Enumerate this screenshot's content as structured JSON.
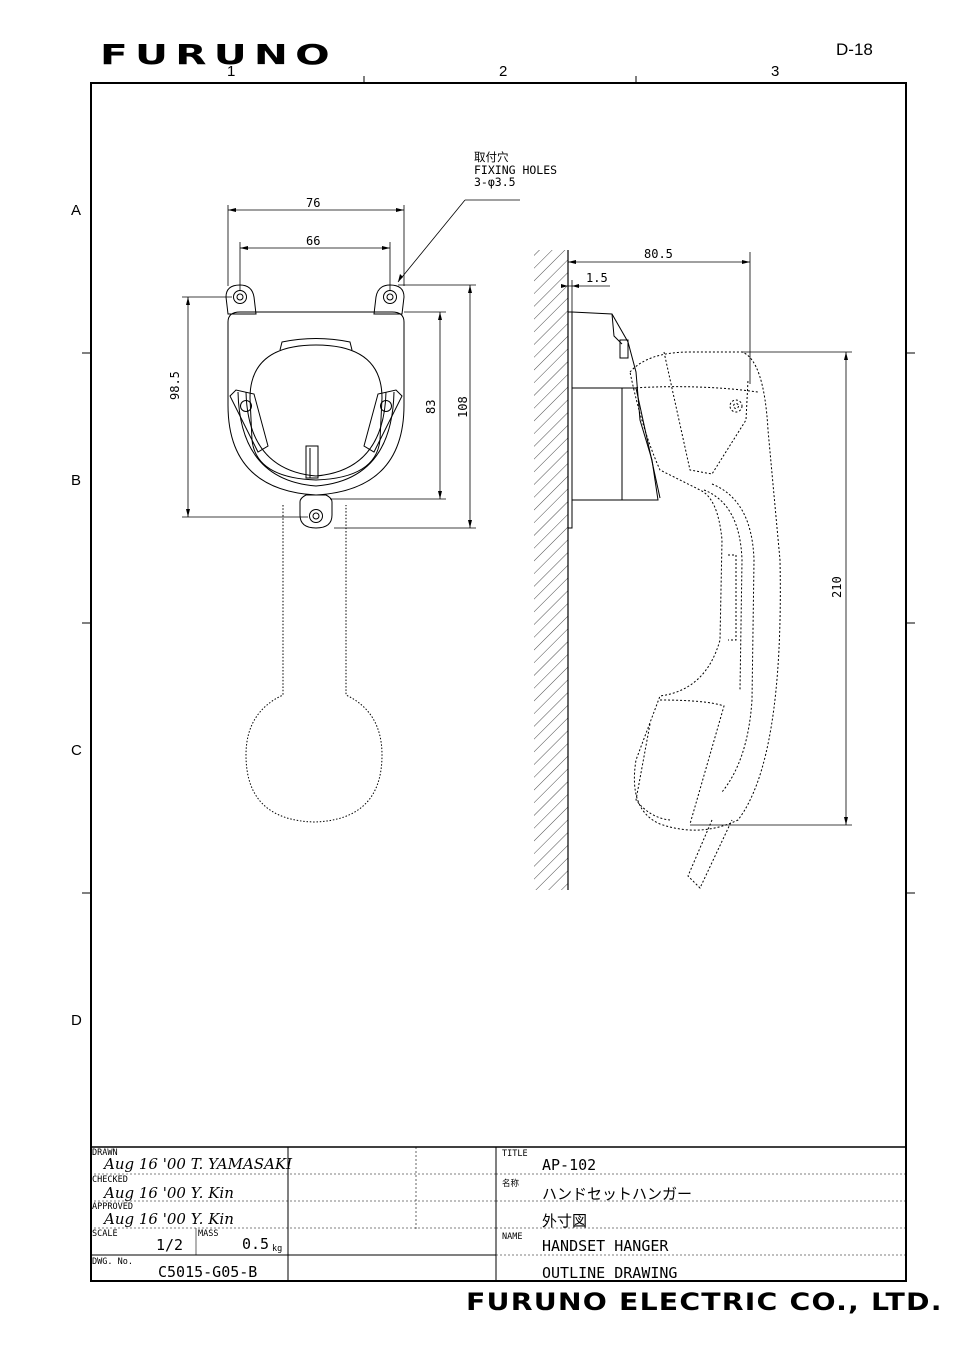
{
  "brand": "FURUNO",
  "page_number": "D-18",
  "grid": {
    "columns": [
      "1",
      "2",
      "3"
    ],
    "rows": [
      "A",
      "B",
      "C",
      "D"
    ]
  },
  "annotations": {
    "fixing_holes_jp": "取付穴",
    "fixing_holes_en": "FIXING HOLES",
    "fixing_holes_spec": "3-φ3.5"
  },
  "dimensions": {
    "width_outer": "76",
    "width_inner": "66",
    "height_holes": "98.5",
    "height_body": "83",
    "height_total": "108",
    "depth_total": "80.5",
    "plate_thickness": "1.5",
    "handset_length": "210"
  },
  "title_block": {
    "drawn_label": "DRAWN",
    "drawn_value": "Aug 16 '00 T. YAMASAKI",
    "checked_label": "CHECKED",
    "checked_value": "Aug 16 '00 Y. Kin",
    "approved_label": "APPROVED",
    "approved_value": "Aug 16 '00 Y. Kin",
    "scale_label": "SCALE",
    "scale_value": "1/2",
    "mass_label": "MASS",
    "mass_value": "0.5",
    "mass_unit": "kg",
    "dwg_label": "DWG. No.",
    "dwg_value": "C5015-G05-B",
    "title_label": "TITLE",
    "title_value": "AP-102",
    "name_jp_label": "名称",
    "name_jp_value": "ハンドセットハンガー",
    "drawing_type_jp": "外寸図",
    "name_label": "NAME",
    "name_value": "HANDSET HANGER",
    "drawing_type": "OUTLINE DRAWING"
  },
  "company": "FURUNO ELECTRIC CO., LTD."
}
